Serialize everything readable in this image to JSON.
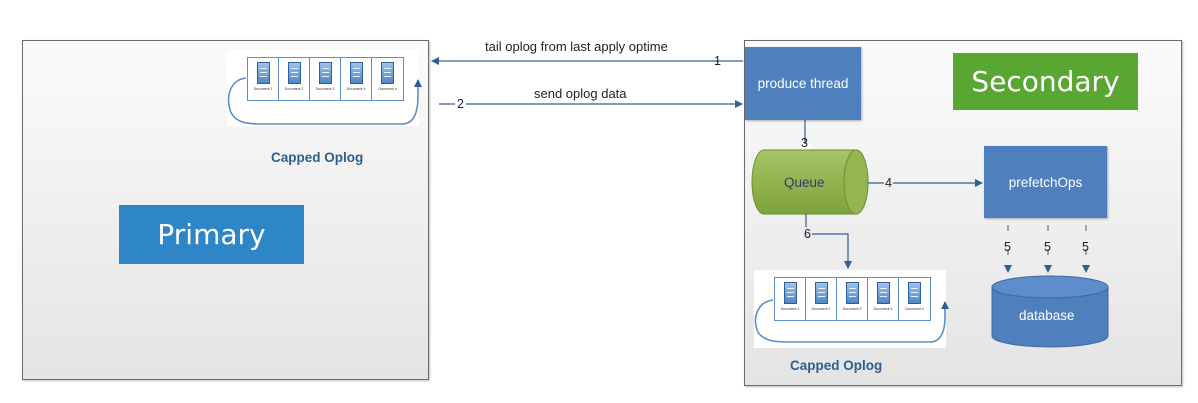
{
  "primary": {
    "oplog_title": "Capped Oplog",
    "banner": "Primary",
    "documents": [
      "Document 1",
      "Document 2",
      "Document 3",
      "Document 4",
      "Document n"
    ]
  },
  "secondary": {
    "banner": "Secondary",
    "produce_thread": "produce thread",
    "queue": "Queue",
    "prefetch": "prefetchOps",
    "database": "database",
    "oplog_title": "Capped Oplog",
    "documents": [
      "Document 1",
      "Document 2",
      "Document 3",
      "Document 4",
      "Document n"
    ]
  },
  "arrows": {
    "tail_label": "tail oplog from last apply optime",
    "send_label": "send oplog data"
  },
  "steps": {
    "one": "1",
    "two": "2",
    "three": "3",
    "four": "4",
    "five_a": "5",
    "five_b": "5",
    "five_c": "5",
    "six": "6"
  },
  "colors": {
    "primary_banner": "#2e86c6",
    "secondary_banner": "#5aa632",
    "box_blue": "#4f7fbd",
    "queue_green": "#8db04a",
    "arrow": "#2f5f96"
  }
}
